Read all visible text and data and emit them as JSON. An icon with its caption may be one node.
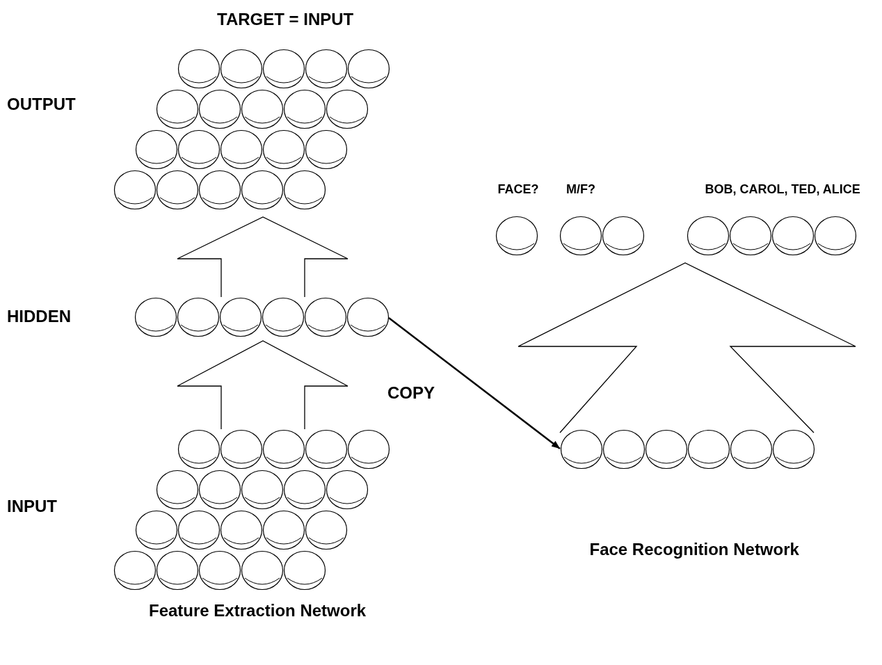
{
  "diagram": {
    "nodes": [
      {
        "text": [],
        "shape": "circle"
      },
      {
        "text": [],
        "shape": "circle"
      },
      {
        "text": [],
        "shape": "circle"
      },
      {
        "text": [],
        "shape": "circle"
      },
      {
        "text": [],
        "shape": "circle"
      },
      {
        "text": [],
        "shape": "circle"
      },
      {
        "text": [],
        "shape": "circle"
      },
      {
        "text": [],
        "shape": "circle"
      },
      {
        "text": [],
        "shape": "circle"
      },
      {
        "text": [],
        "shape": "circle"
      },
      {
        "text": [],
        "shape": "circle"
      },
      {
        "text": [],
        "shape": "circle"
      },
      {
        "text": [],
        "shape": "circle"
      },
      {
        "text": [],
        "shape": "circle"
      },
      {
        "text": [],
        "shape": "circle"
      },
      {
        "text": [],
        "shape": "circle"
      },
      {
        "text": [],
        "shape": "circle"
      },
      {
        "text": [],
        "shape": "circle"
      },
      {
        "text": [],
        "shape": "circle"
      },
      {
        "text": [],
        "shape": "circle"
      },
      {
        "text": [],
        "shape": "circle"
      },
      {
        "text": [],
        "shape": "circle"
      },
      {
        "text": [],
        "shape": "circle"
      },
      {
        "text": [],
        "shape": "circle"
      },
      {
        "text": [],
        "shape": "circle"
      },
      {
        "text": [],
        "shape": "circle"
      },
      {
        "text": [],
        "shape": "circle"
      },
      {
        "text": [],
        "shape": "circle"
      },
      {
        "text": [],
        "shape": "circle"
      },
      {
        "text": [],
        "shape": "circle"
      },
      {
        "text": [],
        "shape": "circle"
      },
      {
        "text": [],
        "shape": "circle"
      },
      {
        "text": [],
        "shape": "circle"
      },
      {
        "text": [],
        "shape": "circle"
      },
      {
        "text": [],
        "shape": "circle"
      },
      {
        "text": [],
        "shape": "circle"
      },
      {
        "text": [],
        "shape": "circle"
      },
      {
        "text": [],
        "shape": "circle"
      },
      {
        "text": [],
        "shape": "circle"
      },
      {
        "text": [],
        "shape": "circle"
      },
      {
        "text": [],
        "shape": "circle"
      },
      {
        "text": [],
        "shape": "circle"
      },
      {
        "text": [],
        "shape": "circle"
      },
      {
        "text": [],
        "shape": "circle"
      },
      {
        "text": [],
        "shape": "circle"
      },
      {
        "text": [],
        "shape": "circle"
      },
      {
        "text": [],
        "shape": "circle"
      },
      {
        "text": [],
        "shape": "circle"
      },
      {
        "text": [],
        "shape": "circle"
      },
      {
        "text": [],
        "shape": "circle"
      },
      {
        "text": [],
        "shape": "circle"
      },
      {
        "text": [],
        "shape": "circle"
      },
      {
        "text": [],
        "shape": "circle"
      },
      {
        "text": [],
        "shape": "circle"
      },
      {
        "text": [],
        "shape": "circle"
      },
      {
        "text": [],
        "shape": "circle"
      },
      {
        "text": [],
        "shape": "circle"
      },
      {
        "text": [],
        "shape": "circle"
      },
      {
        "text": [],
        "shape": "circle"
      }
    ],
    "edges": [
      {
        "from": 32,
        "to": 53,
        "arrow": "to",
        "label": "COPY"
      }
    ],
    "labels": [
      "TARGET = INPUT",
      "OUTPUT",
      "FACE?",
      "M/F?",
      "BOB, CAROL, TED, ALICE",
      "HIDDEN",
      "INPUT",
      "Face Recognition Network",
      "Feature Extraction Network"
    ]
  }
}
